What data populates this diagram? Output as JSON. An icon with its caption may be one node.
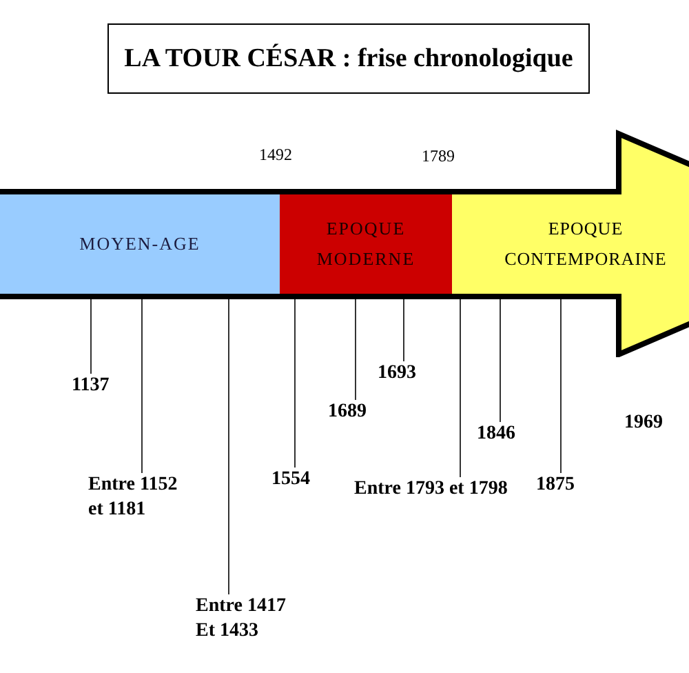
{
  "diagram": {
    "title": "LA TOUR CÉSAR : frise chronologique",
    "nodes": [
      {
        "text": [
          "MOYEN-AGE"
        ]
      },
      {
        "text": [
          "EPOQUE MODERNE"
        ]
      },
      {
        "text": [
          "EPOQUE CONTEMPORAINE"
        ]
      },
      {
        "text": [
          "1137"
        ]
      },
      {
        "text": [
          "Entre 1152 et 1181"
        ]
      },
      {
        "text": [
          "Entre 1417 Et 1433"
        ]
      },
      {
        "text": [
          "1554"
        ]
      },
      {
        "text": [
          "1689"
        ]
      },
      {
        "text": [
          "1693"
        ]
      },
      {
        "text": [
          "Entre 1793 et 1798"
        ]
      },
      {
        "text": [
          "1846"
        ]
      },
      {
        "text": [
          "1875"
        ]
      }
    ],
    "edges": [
      {
        "from": 3,
        "to": 0,
        "arrow": "none"
      },
      {
        "from": 4,
        "to": 0,
        "arrow": "none"
      },
      {
        "from": 5,
        "to": 0,
        "arrow": "none"
      },
      {
        "from": 6,
        "to": 1,
        "arrow": "none"
      },
      {
        "from": 7,
        "to": 1,
        "arrow": "none"
      },
      {
        "from": 8,
        "to": 1,
        "arrow": "none"
      },
      {
        "from": 9,
        "to": 2,
        "arrow": "none"
      },
      {
        "from": 10,
        "to": 2,
        "arrow": "none"
      },
      {
        "from": 11,
        "to": 2,
        "arrow": "none"
      }
    ],
    "labels": [
      "1492",
      "1789",
      "1969"
    ]
  }
}
